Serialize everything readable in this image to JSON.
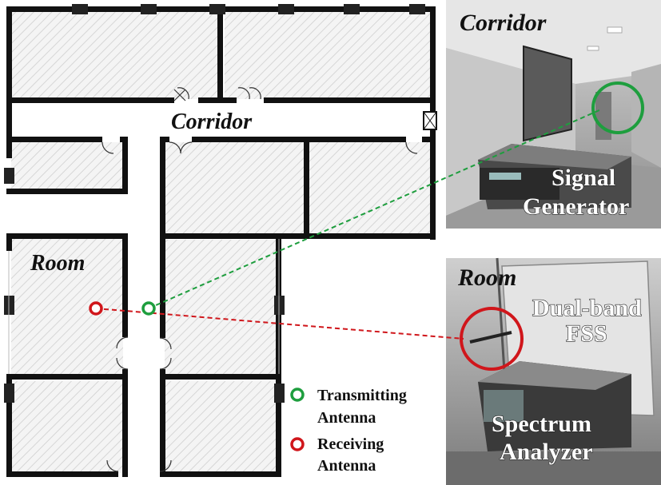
{
  "floor_plan": {
    "corridor_label": "Corridor",
    "room_label": "Room"
  },
  "photos": {
    "corridor": {
      "title": "Corridor",
      "equipment_line1": "Signal",
      "equipment_line2": "Generator"
    },
    "room": {
      "title": "Room",
      "equipment_line1": "Spectrum",
      "equipment_line2": "Analyzer",
      "fss_line1": "Dual-band",
      "fss_line2": "FSS"
    }
  },
  "legend": {
    "transmitting": {
      "line1": "Transmitting",
      "line2": "Antenna",
      "color": "#1e9e3e"
    },
    "receiving": {
      "line1": "Receiving",
      "line2": "Antenna",
      "color": "#d0161b"
    }
  },
  "colors": {
    "wall": "#111111",
    "hatch": "#d9d9d9",
    "tx": "#1e9e3e",
    "rx": "#d0161b"
  }
}
